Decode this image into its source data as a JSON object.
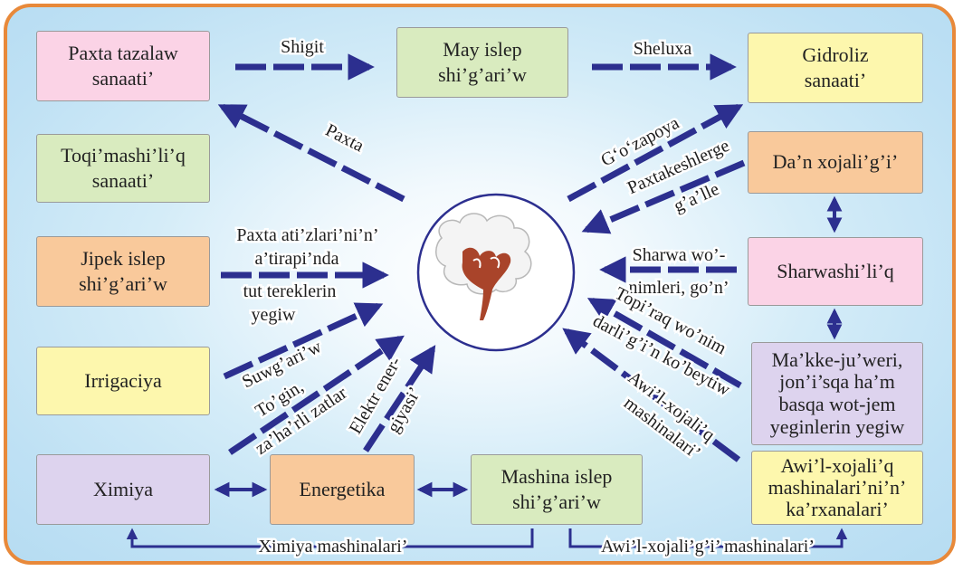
{
  "boxes": {
    "paxta_tazalaw": "Paxta tazalaw\nsanaati’",
    "may_islep": "May islep\nshi’g’ari’w",
    "gidroliz": "Gidroliz\nsanaati’",
    "toqimashiliq": "Toqi’mashi’li’q\nsanaati’",
    "dan_xojaligi": "Da’n xojali’g’i’",
    "jipek_islep": "Jipek islep\nshi’g’ari’w",
    "sharwashiliq": "Sharwashi’li’q",
    "irrigaciya": "Irrigaciya",
    "makke": "Ma’kke-ju’weri,\njon’i’sqa ha’m\nbasqa wot-jem\nyeginlerin yegiw",
    "ximiya": "Ximiya",
    "energetika": "Energetika",
    "mashina_islep": "Mashina islep\nshi’g’ari’w",
    "awil_zavod": "Awi’l-xojali’q\nmashinalari’ni’n’\nka’rxanalari’"
  },
  "labels": {
    "shigit": "Shigit",
    "sheluxa": "Sheluxa",
    "paxta": "Paxta",
    "gozapoya": "G‘o‘zapoya",
    "paxtakesh_1": "Paxtakeshlerge",
    "paxtakesh_2": "g’a’lle",
    "tut_1": "Paxta ati’zlari’ni’n’",
    "tut_2": "a’tirapi’nda",
    "tut_3": "tut tereklerin",
    "tut_4": "yegiw",
    "sharwa_1": "Sharwa wo’-",
    "sharwa_2": "nimleri, go’n’",
    "topiraq_1": "Topi’raq wo’nim",
    "topiraq_2": "darli’g’i’n ko’beytiw",
    "awil_mash_1": "Awi’l-xojali’q",
    "awil_mash_2": "mashinalari’",
    "suwgariw": "Suwg’ari’w",
    "togin_1": "To’gin,",
    "togin_2": "za’ha’rli zatlar",
    "elektr_1": "Elektr ener-",
    "elektr_2": "giyasi’",
    "ximiya_mash": "Ximiya mashinalari’",
    "awil_xoj_mash": "Awi’l-xojali’g’i’ mashinalari’"
  },
  "colors": {
    "arrow": "#2c2f8f",
    "frame": "#e8893a",
    "boll": "#a9442a"
  },
  "icons": {
    "center": "cotton-boll-icon"
  }
}
